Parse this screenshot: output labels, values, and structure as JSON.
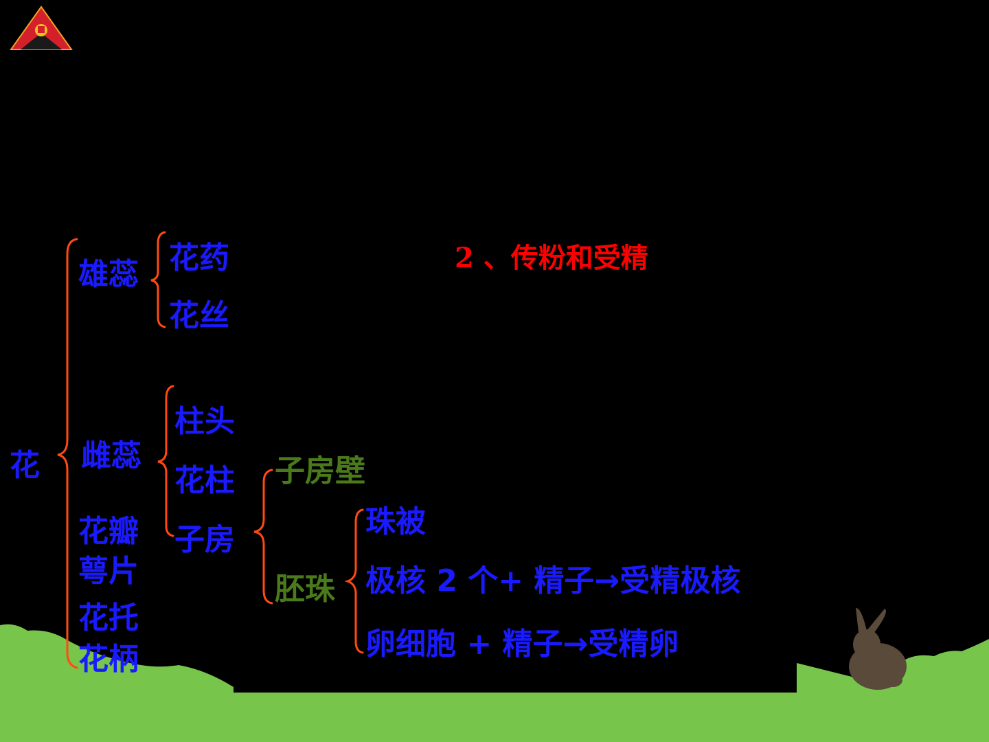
{
  "title": "2 、传粉和受精",
  "nodes": {
    "hua": "花",
    "xiongrui": "雄蕊",
    "huayao": "花药",
    "huasi": "花丝",
    "cirui": "雌蕊",
    "zhutou": "柱头",
    "huazhu": "花柱",
    "zifang": "子房",
    "huaban": "花瓣",
    "epian": "萼片",
    "huatuo": "花托",
    "huabing": "花柄",
    "zifangbi": "子房壁",
    "peizhu": "胚珠",
    "zhubei": "珠被",
    "jihe_line": "极核 2 个+ 精子→受精极核",
    "luanxibao_line": "卵细胞 + 精子→受精卵"
  },
  "colors": {
    "background": "#000000",
    "term_blue": "#1a1aff",
    "term_green": "#4a7a1a",
    "title_red": "#ff0000",
    "brace_orange": "#ff4a12",
    "grass": "#77c54a",
    "rabbit": "#5a4a3a"
  },
  "icons": {
    "logo": "emblem-triangle-icon",
    "rabbit": "rabbit-silhouette-icon"
  }
}
